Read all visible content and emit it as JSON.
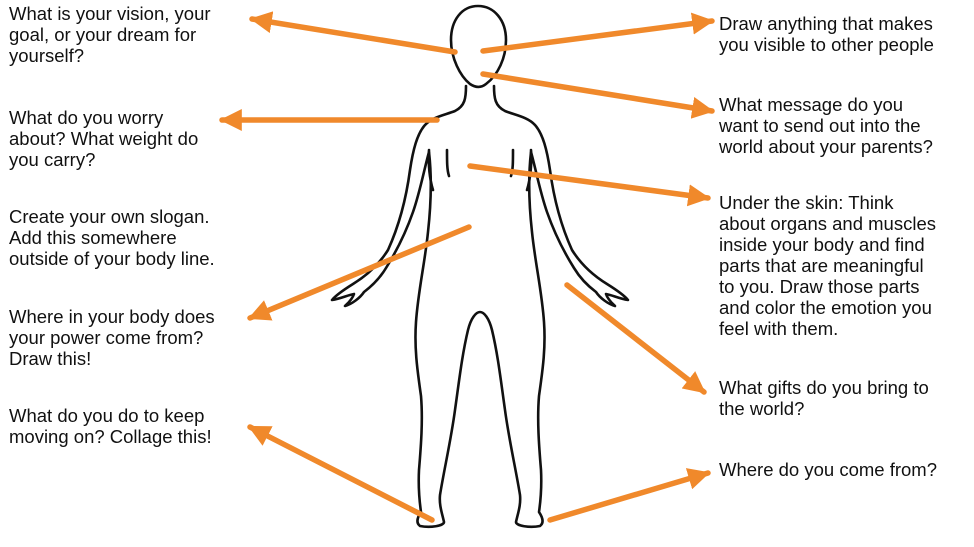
{
  "colors": {
    "arrow": "#F0892B",
    "text": "#111111",
    "outline": "#111111",
    "background": "#FFFFFF"
  },
  "prompts": {
    "vision": "What is your vision, your\ngoal, or your dream for\nyourself?",
    "worry": "What do you worry\nabout? What weight do\nyou carry?",
    "slogan": "Create your own slogan.\nAdd this somewhere\noutside of your body line.",
    "power": "Where in your body does\nyour power come from?\nDraw this!",
    "moving_on": "What do you do to keep\nmoving on? Collage this!",
    "visible": "Draw anything that makes\nyou visible to other people",
    "message": "What message do you\nwant to send out into the\nworld about your parents?",
    "under_skin": "Under the skin: Think\nabout organs and muscles\ninside your body and find\nparts that are meaningful\nto you. Draw those parts\nand color the emotion you\nfeel with them.",
    "gifts": "What gifts do you bring to\nthe world?",
    "origin": "Where do you come from?"
  },
  "icons": {
    "body": "human-body-outline-icon",
    "arrow": "orange-arrow-icon"
  }
}
